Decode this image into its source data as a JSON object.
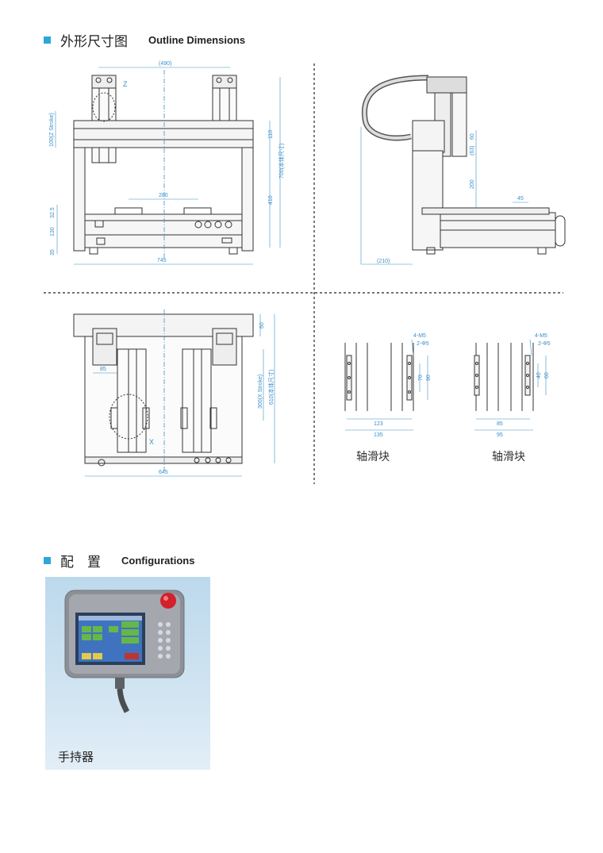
{
  "section1": {
    "title_cn": "外形尺寸图",
    "title_en": "Outline Dimensions"
  },
  "front_view": {
    "dims": {
      "top_width": "(490)",
      "z_label": "Z",
      "z_stroke": "100(Z Stroke)",
      "d110": "110",
      "d700": "700(本体尺寸)",
      "d410": "410",
      "d280": "280",
      "d32_5": "32.5",
      "d130": "130",
      "d35": "35",
      "d745": "745"
    }
  },
  "side_view": {
    "dims": {
      "d60": "60",
      "d63": "(63)",
      "d200": "200",
      "d45": "45",
      "d210": "(210)"
    }
  },
  "top_view": {
    "dims": {
      "d60": "60",
      "d85": "85",
      "x_stroke": "300(X Stroke)",
      "d610": "610(本体尺寸)",
      "x_label": "X",
      "d645": "645"
    }
  },
  "axis_block_1": {
    "m5": "4-M5",
    "depth": "2-Φ5",
    "d70": "70",
    "d90": "90",
    "d123": "123",
    "d135": "135",
    "caption": "轴滑块"
  },
  "axis_block_2": {
    "m5": "4-M5",
    "depth": "2-Φ5",
    "d40": "40",
    "d60": "60",
    "d85": "85",
    "d95": "95",
    "caption": "轴滑块"
  },
  "section2": {
    "title_cn": "配　置",
    "title_en": "Configurations"
  },
  "pendant": {
    "caption": "手持器"
  }
}
